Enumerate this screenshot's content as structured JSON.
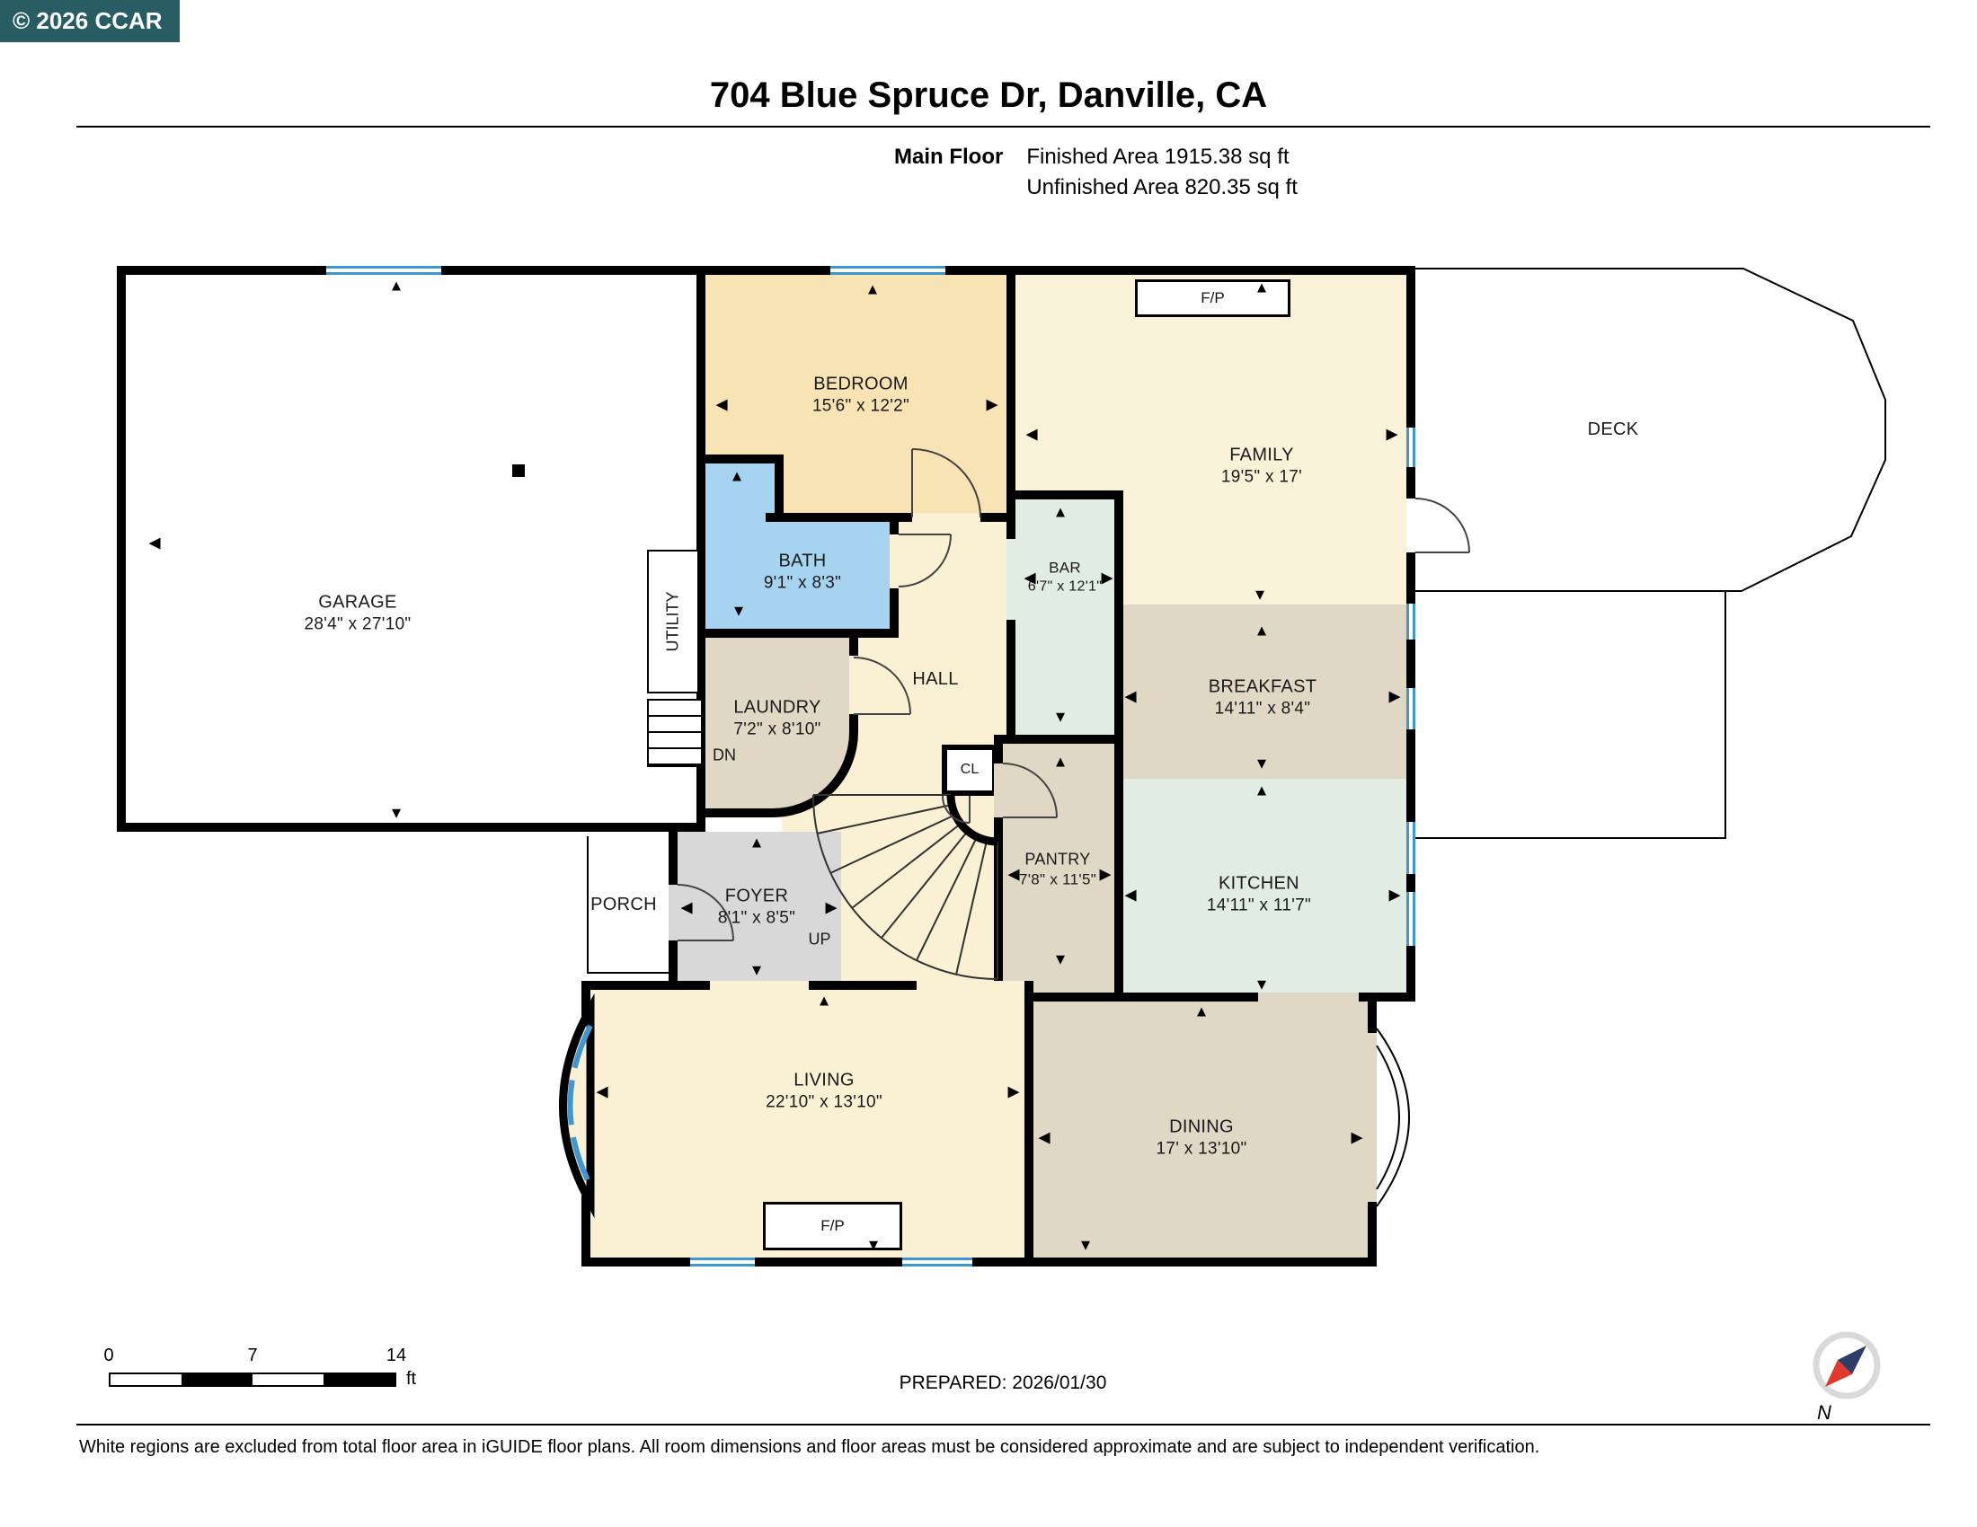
{
  "badge": {
    "text": "© 2026 CCAR"
  },
  "header": {
    "title": "704 Blue Spruce Dr, Danville, CA",
    "floor_label": "Main Floor",
    "finished_area": "Finished Area 1915.38 sq ft",
    "unfinished_area": "Unfinished Area 820.35 sq ft"
  },
  "rooms": {
    "garage": {
      "name": "GARAGE",
      "dims": "28'4\" x 27'10\""
    },
    "bedroom": {
      "name": "BEDROOM",
      "dims": "15'6\" x 12'2\""
    },
    "bath": {
      "name": "BATH",
      "dims": "9'1\" x 8'3\""
    },
    "utility": {
      "name": "UTILITY"
    },
    "laundry": {
      "name": "LAUNDRY",
      "dims": "7'2\" x 8'10\""
    },
    "hall": {
      "name": "HALL"
    },
    "bar": {
      "name": "BAR",
      "dims": "6'7\" x 12'1\""
    },
    "family": {
      "name": "FAMILY",
      "dims": "19'5\" x 17'"
    },
    "deck": {
      "name": "DECK"
    },
    "breakfast": {
      "name": "BREAKFAST",
      "dims": "14'11\" x 8'4\""
    },
    "kitchen": {
      "name": "KITCHEN",
      "dims": "14'11\" x 11'7\""
    },
    "pantry": {
      "name": "PANTRY",
      "dims": "7'8\" x 11'5\""
    },
    "closet": {
      "name": "CL"
    },
    "foyer": {
      "name": "FOYER",
      "dims": "8'1\" x 8'5\""
    },
    "porch": {
      "name": "PORCH"
    },
    "living": {
      "name": "LIVING",
      "dims": "22'10\" x 13'10\""
    },
    "dining": {
      "name": "DINING",
      "dims": "17' x 13'10\""
    }
  },
  "annotations": {
    "fireplace": "F/P",
    "up": "UP",
    "dn": "DN",
    "north": "N"
  },
  "icons": {
    "arrow_up": "▲",
    "arrow_down": "▼",
    "arrow_left": "◀",
    "arrow_right": "▶"
  },
  "scale_bar": {
    "zero": "0",
    "mid": "7",
    "end": "14",
    "unit": "ft"
  },
  "footer": {
    "prepared": "PREPARED: 2026/01/30",
    "disclaimer": "White regions are excluded from total floor area in iGUIDE floor plans. All room dimensions and floor areas must be considered approximate and are subject to independent verification."
  },
  "colors": {
    "wall": "#000000",
    "window_blue": "#3f97d1",
    "badge_teal": "#275d63",
    "bath_blue": "#a6d3f0",
    "mint": "#e1ede4",
    "tan": "#e0d7c4",
    "cream": "#faf0d4",
    "family_cream": "#faf2d8",
    "bedroom_tan": "#f7e3b3",
    "foyer_gray": "#d8d8d8"
  }
}
